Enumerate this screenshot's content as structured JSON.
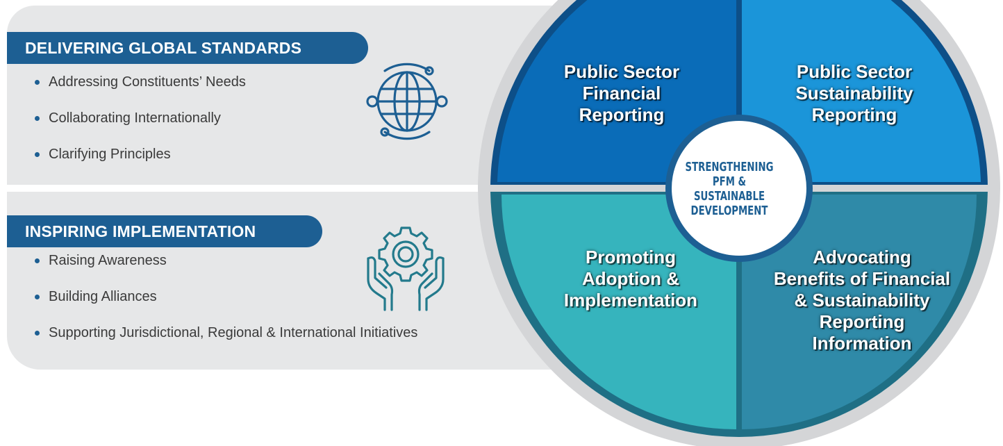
{
  "top_section": {
    "banner": "DELIVERING GLOBAL STANDARDS",
    "bullets": [
      "Addressing Constituents’ Needs",
      "Collaborating Internationally",
      "Clarifying Principles"
    ],
    "icon": "globe-icon"
  },
  "bottom_section": {
    "banner": "INSPIRING IMPLEMENTATION",
    "bullets": [
      "Raising Awareness",
      "Building Alliances",
      "Supporting Jurisdictional, Regional & International Initiatives"
    ],
    "icon": "gear-hands-icon"
  },
  "wheel": {
    "center_label": [
      "STRENGTHENING",
      "PFM &",
      "SUSTAINABLE",
      "DEVELOPMENT"
    ],
    "quadrants": [
      {
        "lines": [
          "Public Sector",
          "Financial",
          "Reporting"
        ],
        "color": "#0a6cb8"
      },
      {
        "lines": [
          "Public Sector",
          "Sustainability",
          "Reporting"
        ],
        "color": "#1b95d9"
      },
      {
        "lines": [
          "Promoting",
          "Adoption &",
          "Implementation"
        ],
        "color": "#36b4bd"
      },
      {
        "lines": [
          "Advocating",
          "Benefits of Financial",
          "& Sustainability",
          "Reporting",
          "Information"
        ],
        "color": "#2f8aa8"
      }
    ]
  },
  "colors": {
    "banner_blue": "#1d5f93",
    "panel_gray": "#e6e7e8",
    "ring_gray": "#d4d5d7",
    "dark_ring_top": "#0d4f88",
    "dark_ring_bottom": "#1f6f85"
  }
}
